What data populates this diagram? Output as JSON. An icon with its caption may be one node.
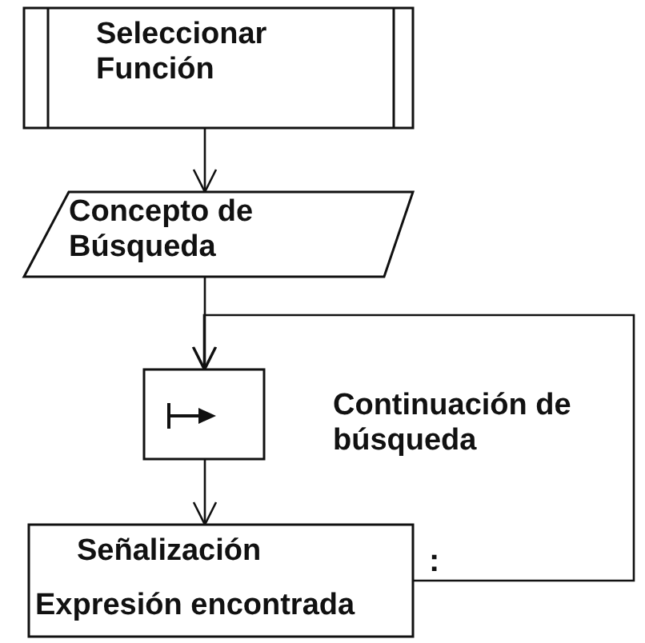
{
  "diagram": {
    "nodes": [
      {
        "text": [
          "Seleccionar Función"
        ]
      },
      {
        "text": [
          "Concepto de Búsqueda"
        ]
      },
      {
        "text": [],
        "shape": "box"
      },
      {
        "text": [
          "Señalización",
          "Expresión encontrada"
        ],
        "beside": [
          ":"
        ]
      }
    ],
    "edges": [
      {
        "from": 0,
        "to": 1,
        "arrow": "to"
      },
      {
        "from": 1,
        "to": 2,
        "arrow": "to"
      },
      {
        "from": 2,
        "to": 3,
        "arrow": "to"
      },
      {
        "from": 3,
        "to": 2,
        "arrow": "to",
        "label": "Continuación de búsqueda"
      }
    ]
  }
}
